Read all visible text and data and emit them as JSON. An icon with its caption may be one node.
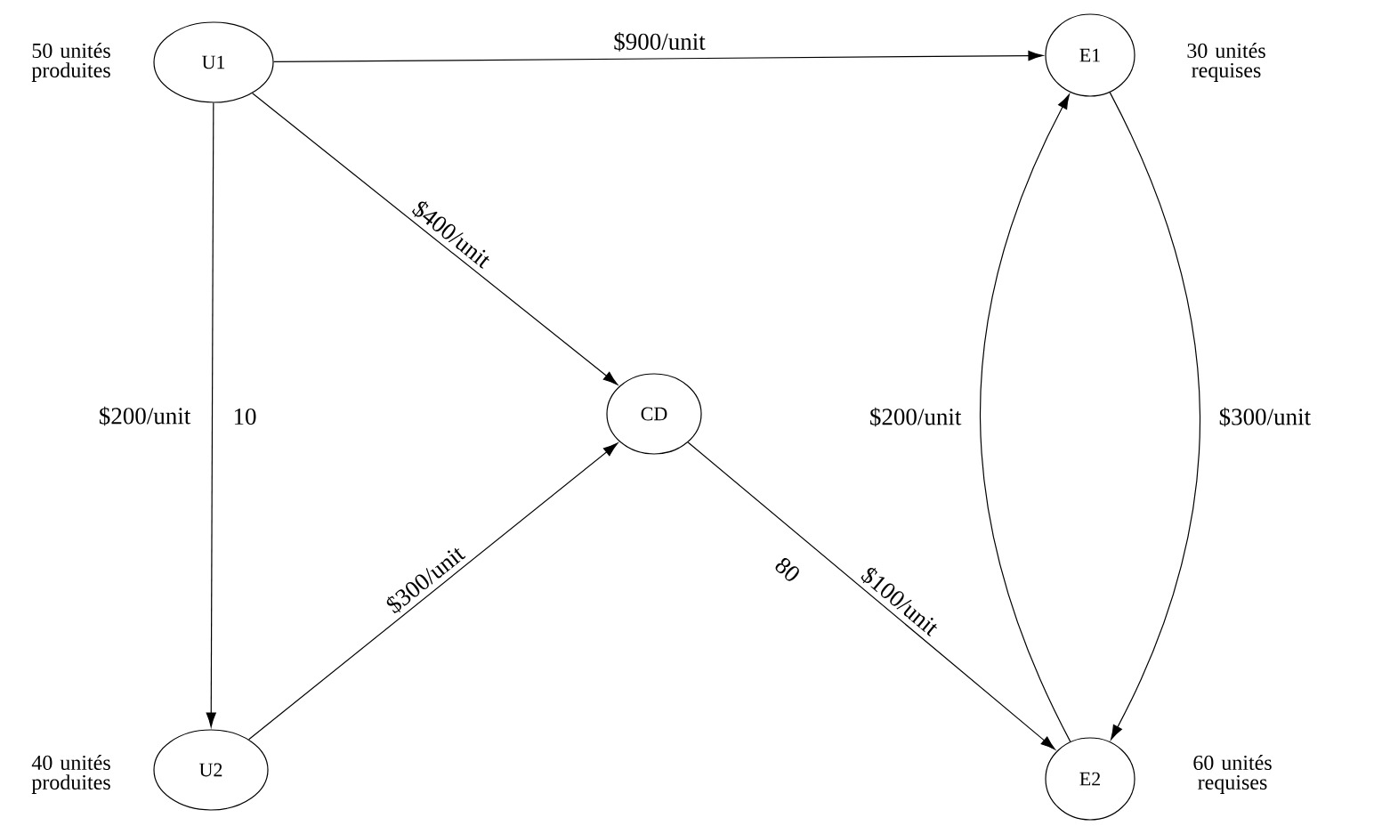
{
  "diagram": {
    "nodes": [
      {
        "text": [
          "U1"
        ],
        "beside": [
          "50 unités produites"
        ]
      },
      {
        "text": [
          "E1"
        ],
        "beside": [
          "30 unités requises"
        ]
      },
      {
        "text": [
          "CD"
        ]
      },
      {
        "text": [
          "U2"
        ],
        "beside": [
          "40 unités produites"
        ]
      },
      {
        "text": [
          "E2"
        ],
        "beside": [
          "60 unités requises"
        ]
      }
    ],
    "edges": [
      {
        "from": 0,
        "to": 1,
        "arrow": "to",
        "label": "$900/unit"
      },
      {
        "from": 0,
        "to": 2,
        "arrow": "to",
        "label": "$400/unit"
      },
      {
        "from": 0,
        "to": 3,
        "arrow": "to",
        "label": "$200/unit"
      },
      {
        "from": 3,
        "to": 2,
        "arrow": "to",
        "label": "$300/unit"
      },
      {
        "from": 2,
        "to": 4,
        "arrow": "to",
        "label": "$100/unit"
      },
      {
        "from": 4,
        "to": 1,
        "arrow": "to",
        "label": "$200/unit"
      },
      {
        "from": 1,
        "to": 4,
        "arrow": "to",
        "label": "$300/unit"
      }
    ],
    "labels": [
      "10",
      "80"
    ]
  }
}
